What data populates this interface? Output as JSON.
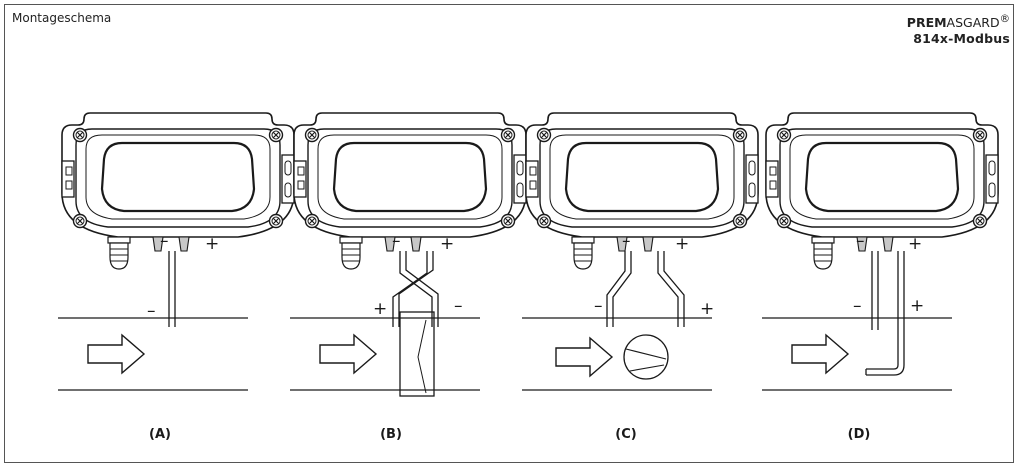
{
  "header": {
    "title": "Montageschema",
    "brand_bold": "PREM",
    "brand_rest": "ASGARD",
    "brand_mark": "®",
    "model": "814x-Modbus"
  },
  "variants": [
    {
      "label": "(A)",
      "left_sign": "–",
      "right_sign": "+",
      "duct_sign_left": "–",
      "duct_sign_right": ""
    },
    {
      "label": "(B)",
      "left_sign": "–",
      "right_sign": "+",
      "duct_sign_left": "+",
      "duct_sign_right": "–"
    },
    {
      "label": "(C)",
      "left_sign": "–",
      "right_sign": "+",
      "duct_sign_left": "–",
      "duct_sign_right": "+"
    },
    {
      "label": "(D)",
      "left_sign": "–",
      "right_sign": "+",
      "duct_sign_left": "–",
      "duct_sign_right": "+"
    }
  ],
  "colors": {
    "line": "#1a1a1a",
    "fitting": "#c8c8c8"
  }
}
